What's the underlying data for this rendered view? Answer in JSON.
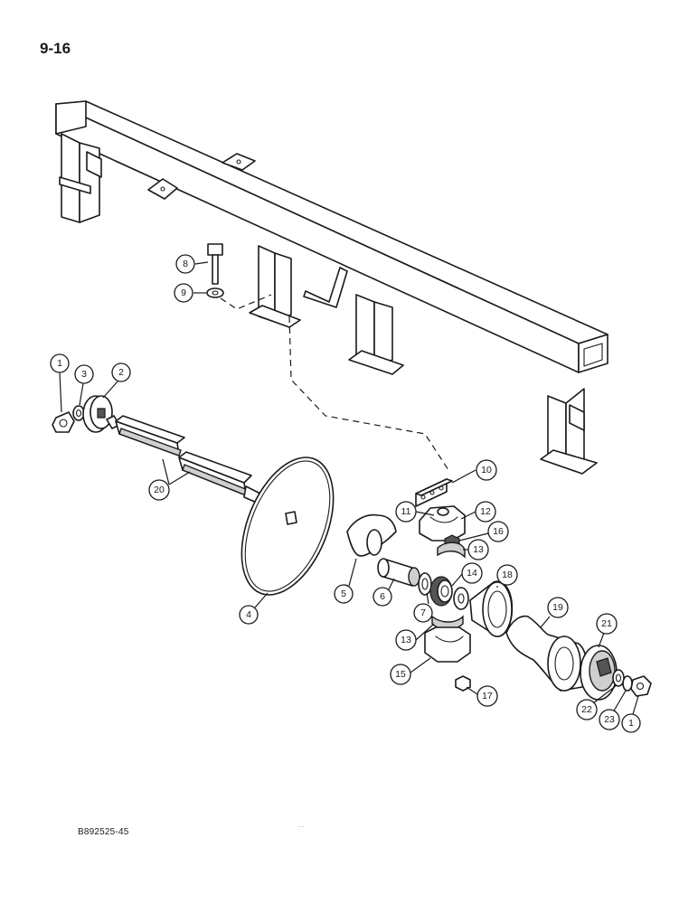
{
  "page_number": "9-16",
  "figure_code": "B892525-45",
  "callouts": [
    "1",
    "3",
    "2",
    "8",
    "9",
    "20",
    "4",
    "5",
    "6",
    "7",
    "10",
    "11",
    "12",
    "16",
    "13",
    "14",
    "18",
    "19",
    "21",
    "13",
    "15",
    "17",
    "22",
    "23",
    "1"
  ]
}
